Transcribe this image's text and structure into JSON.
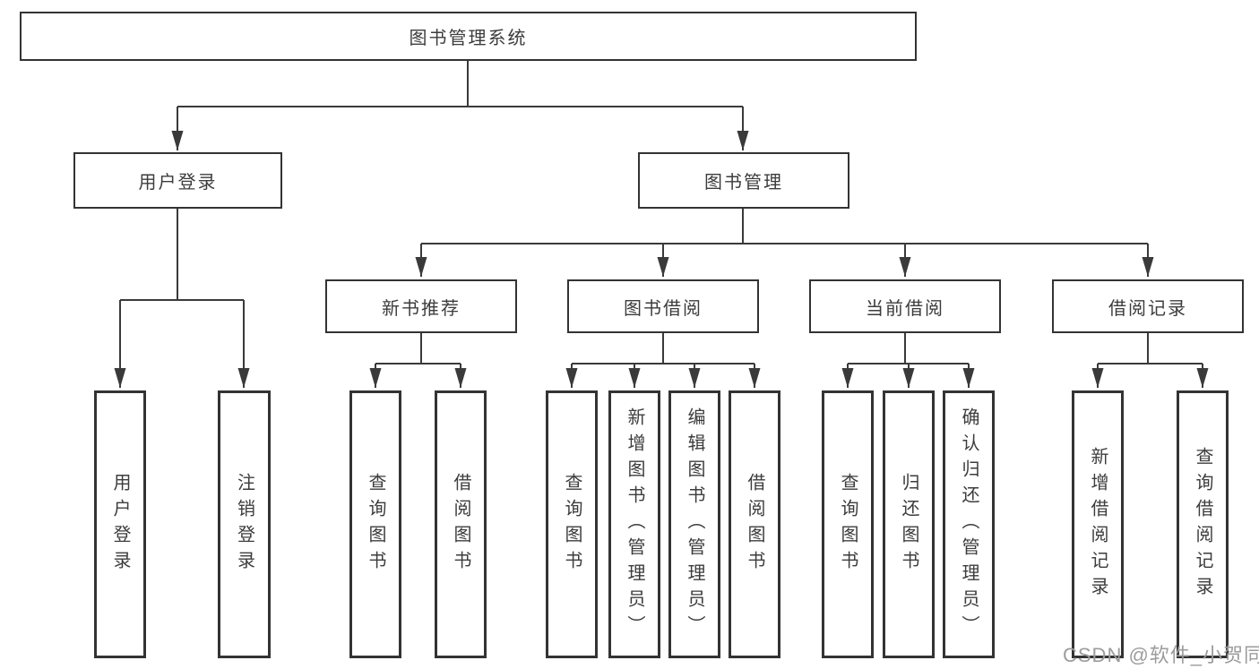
{
  "diagram_title": "图书管理系统",
  "colors": {
    "line": "#3a3a3a",
    "box_border": "#333333",
    "box_fill": "#ffffff",
    "text": "#3c3c3c",
    "watermark": "#9c9c9c"
  },
  "nodes": {
    "root": {
      "label": "图书管理系统"
    },
    "user_login_group": {
      "label": "用户登录"
    },
    "book_management": {
      "label": "图书管理"
    },
    "new_book_recommendation": {
      "label": "新书推荐"
    },
    "book_borrowing": {
      "label": "图书借阅"
    },
    "current_borrowing": {
      "label": "当前借阅"
    },
    "borrowing_records": {
      "label": "借阅记录"
    },
    "user_login": {
      "label": "用户登录"
    },
    "logout": {
      "label": "注销登录"
    },
    "nbr_query_books": {
      "label": "查询图书"
    },
    "nbr_borrow_books": {
      "label": "借阅图书"
    },
    "bb_query_books": {
      "label": "查询图书"
    },
    "bb_add_books_admin": {
      "label": "新增图书（管理员）"
    },
    "bb_edit_books_admin": {
      "label": "编辑图书（管理员）"
    },
    "bb_borrow_books": {
      "label": "借阅图书"
    },
    "cb_query_books": {
      "label": "查询图书"
    },
    "cb_return_books": {
      "label": "归还图书"
    },
    "cb_confirm_return_admin": {
      "label": "确认归还（管理员）"
    },
    "br_add_record": {
      "label": "新增借阅记录"
    },
    "br_query_record": {
      "label": "查询借阅记录"
    }
  },
  "watermark": {
    "text": "CSDN @软件_小贺同学"
  }
}
